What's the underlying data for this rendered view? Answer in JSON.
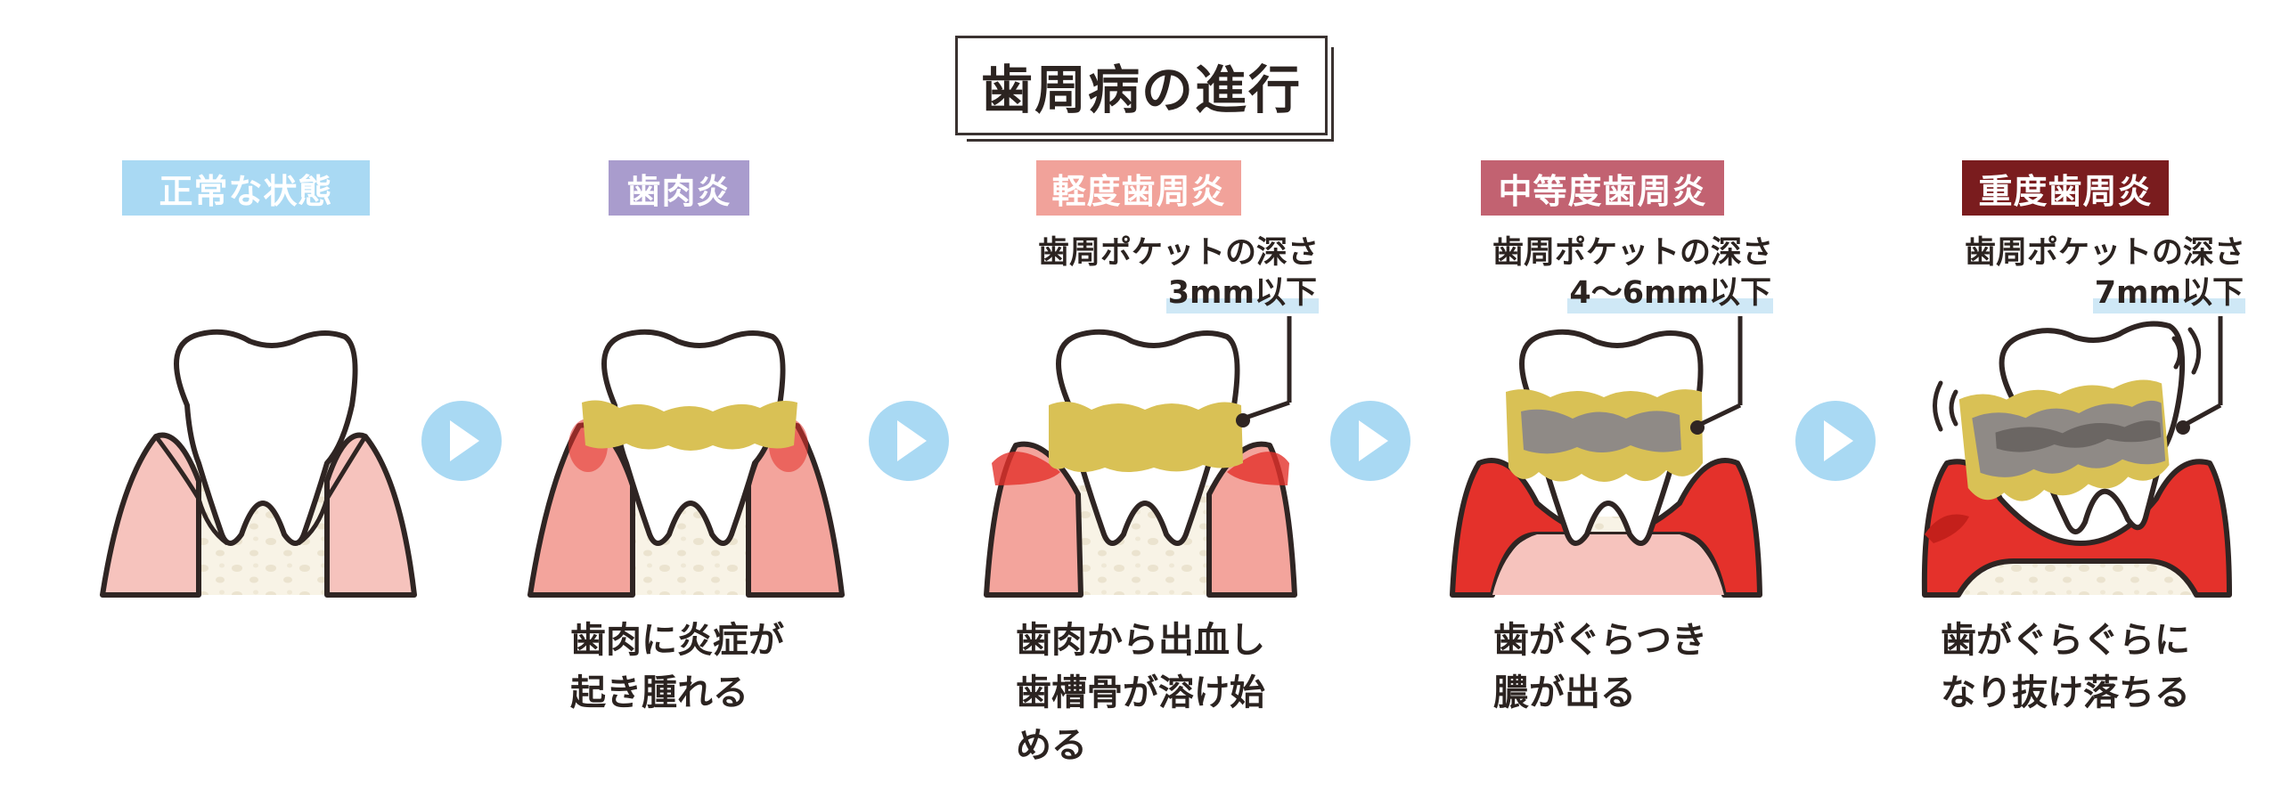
{
  "title": "歯周病の進行",
  "stages": [
    {
      "label": "正常な状態",
      "color": "#a9d9f3",
      "depth_label": "",
      "depth_value": "",
      "description": [
        "",
        "",
        ""
      ]
    },
    {
      "label": "歯肉炎",
      "color": "#a99ccd",
      "depth_label": "",
      "depth_value": "",
      "description": [
        "歯肉に炎症が",
        "起き腫れる",
        ""
      ]
    },
    {
      "label": "軽度歯周炎",
      "color": "#f1a29a",
      "depth_label": "歯周ポケットの深さ",
      "depth_value": "3mm以下",
      "description": [
        "歯肉から出血し",
        "歯槽骨が溶け始",
        "める"
      ]
    },
    {
      "label": "中等度歯周炎",
      "color": "#c26271",
      "depth_label": "歯周ポケットの深さ",
      "depth_value": "4〜6mm以下",
      "description": [
        "歯がぐらつき",
        "膿が出る",
        ""
      ]
    },
    {
      "label": "重度歯周炎",
      "color": "#7a1c1e",
      "depth_label": "歯周ポケットの深さ",
      "depth_value": "7mm以下",
      "description": [
        "歯がぐらぐらに",
        "なり抜け落ちる",
        ""
      ]
    }
  ],
  "colors": {
    "outline": "#2f2523",
    "gum": "#f6c3bd",
    "inflamed": "#e4312b",
    "bone": "#f8f3e6",
    "tartar": "#d9c155",
    "plaque_dark": "#8f8a86",
    "arrow": "#a9d9f3"
  }
}
